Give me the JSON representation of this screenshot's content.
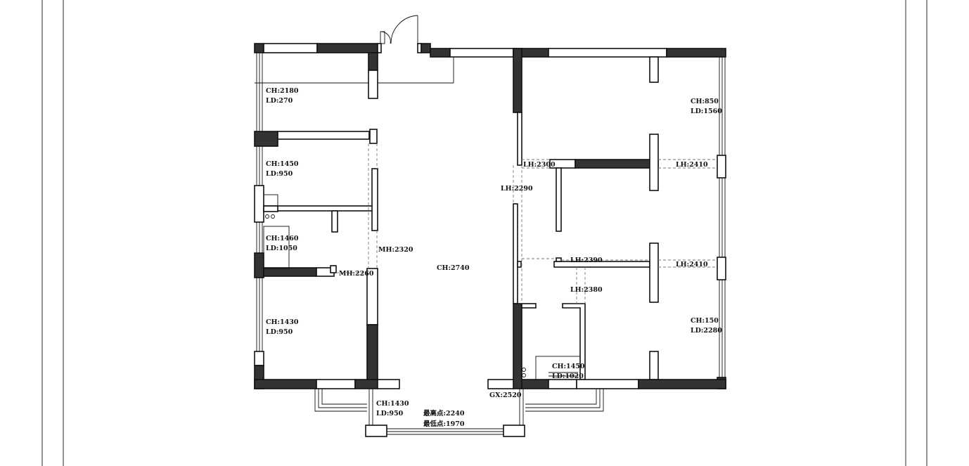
{
  "plan": {
    "labels": {
      "room_top_left": [
        "CH:2180",
        "LD:270"
      ],
      "room_left_2": [
        "CH:1450",
        "LD:950"
      ],
      "room_left_3": [
        "CH:1460",
        "LD:1050"
      ],
      "room_left_4": [
        "CH:1430",
        "LD:950"
      ],
      "room_right_top": [
        "CH:850",
        "LD:1560"
      ],
      "room_right_bottom": [
        "CH:150",
        "LD:2280"
      ],
      "room_bath": [
        "CH:1450",
        "LD:1020"
      ],
      "balcony": [
        "CH:1430",
        "LD:950"
      ],
      "living": "CH:2740",
      "highest": "最高点:2240",
      "lowest": "最低点:1970",
      "gx": "GX:2520",
      "mh_2320": "MH:2320",
      "mh_2260": "MH:2260",
      "lh_2300": "LH:2300",
      "lh_2290": "LH:2290",
      "lh_2410_top": "LH:2410",
      "lh_2390": "LH:2390",
      "lh_2410_bottom": "LH:2410",
      "lh_2380": "LH:2380"
    },
    "colors": {
      "wall_dark": "#333333",
      "line": "#111111"
    }
  }
}
